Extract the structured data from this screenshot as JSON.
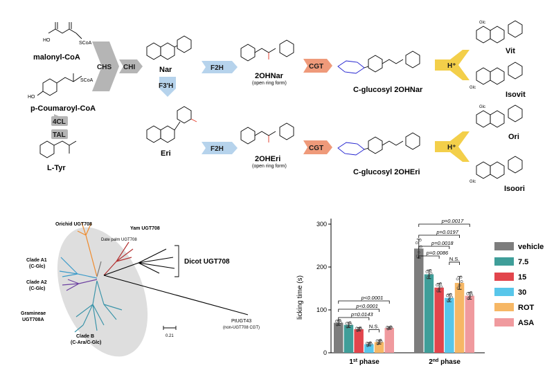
{
  "pathway": {
    "substrates": {
      "malonyl": "malonyl-CoA",
      "coumaroyl": "p-Coumaroyl-CoA",
      "tyr": "L-Tyr",
      "scoa_1": "SCoA",
      "scoa_2": "SCoA",
      "oh_1": "HO",
      "oh_2": "HO"
    },
    "enzymes": {
      "chs": "CHS",
      "chi": "CHI",
      "f2h_top": "F2H",
      "f2h_bottom": "F2H",
      "f3h": "F3'H",
      "cgt_top": "CGT",
      "cgt_bottom": "CGT",
      "h_top": "H⁺",
      "h_bottom": "H⁺",
      "cl4": "4CL",
      "tal": "TAL"
    },
    "compounds": {
      "nar": "Nar",
      "eri": "Eri",
      "ohnar": "2OHNar",
      "ohnar_sub": "(open ring form)",
      "oheri": "2OHEri",
      "oheri_sub": "(open ring form)",
      "cglc_nar": "C-glucosyl 2OHNar",
      "cglc_eri": "C-glucosyl 2OHEri",
      "vit": "Vit",
      "isovit": "Isovit",
      "ori": "Ori",
      "isoori": "Isoori",
      "glc": "Glc"
    },
    "colors": {
      "chs_chi": "#b5b5b5",
      "f2h": "#b6d3ec",
      "cgt": "#ef9a7a",
      "h": "#f3cf4a",
      "glc": "#1f1fcf",
      "red_o": "#e0301e"
    }
  },
  "tree": {
    "labels": {
      "orchid": "Orichid UGT708",
      "yam": "Yam UGT708",
      "date_palm": "Date palm UGT708",
      "clade_a1": "Clade A1",
      "clade_a1_sub": "(C-Glc)",
      "clade_a2": "Clade A2",
      "clade_a2_sub": "(C-Glc)",
      "gramineae": "Gramineae",
      "gramineae_sub": "UGT708A",
      "clade_b": "Clade B",
      "clade_b_sub": "(C-Ara/C-Glc)",
      "dicot": "Dicot UGT708",
      "ptugt": "PtUGT43",
      "ptugt_sub": "(non-UGT708 CGT)",
      "scale": "0.21"
    }
  },
  "chart_data": {
    "type": "bar",
    "ylabel": "licking time (s)",
    "ylim": [
      0,
      300
    ],
    "yticks": [
      0,
      100,
      200,
      300
    ],
    "groups": [
      "1st phase",
      "2nd phase"
    ],
    "group_labels": [
      {
        "main": "1",
        "sup": "st",
        "rest": " phase"
      },
      {
        "main": "2",
        "sup": "nd",
        "rest": " phase"
      }
    ],
    "series": [
      {
        "name": "vehicle",
        "color": "#7d7d7d",
        "values": [
          70,
          243
        ],
        "err": [
          6,
          22
        ]
      },
      {
        "name": "7.5",
        "color": "#3f9e99",
        "values": [
          65,
          183
        ],
        "err": [
          6,
          10
        ]
      },
      {
        "name": "15",
        "color": "#e2454c",
        "values": [
          55,
          152
        ],
        "err": [
          4,
          10
        ]
      },
      {
        "name": "30",
        "color": "#58c6ea",
        "values": [
          20,
          128
        ],
        "err": [
          4,
          9
        ]
      },
      {
        "name": "ROT",
        "color": "#f6b765",
        "values": [
          25,
          163
        ],
        "err": [
          5,
          15
        ]
      },
      {
        "name": "ASA",
        "color": "#f09a9e",
        "values": [
          58,
          133
        ],
        "err": [
          3,
          8
        ]
      }
    ],
    "significance": [
      {
        "group": 0,
        "from": 0,
        "to": 5,
        "text": "p<0.0001"
      },
      {
        "group": 0,
        "from": 0,
        "to": 4,
        "text": "p<0.0001"
      },
      {
        "group": 0,
        "from": 0,
        "to": 3,
        "text": "p=0.0143"
      },
      {
        "group": 0,
        "from": 3,
        "to": 4,
        "text": "N.S."
      },
      {
        "group": 1,
        "from": 0,
        "to": 5,
        "text": "p=0.0017"
      },
      {
        "group": 1,
        "from": 0,
        "to": 4,
        "text": "p=0.0197"
      },
      {
        "group": 1,
        "from": 0,
        "to": 3,
        "text": "p=0.0018"
      },
      {
        "group": 1,
        "from": 0,
        "to": 2,
        "text": "p=0.0086"
      },
      {
        "group": 1,
        "from": 3,
        "to": 4,
        "text": "N.S."
      }
    ],
    "legend_position": "right"
  }
}
